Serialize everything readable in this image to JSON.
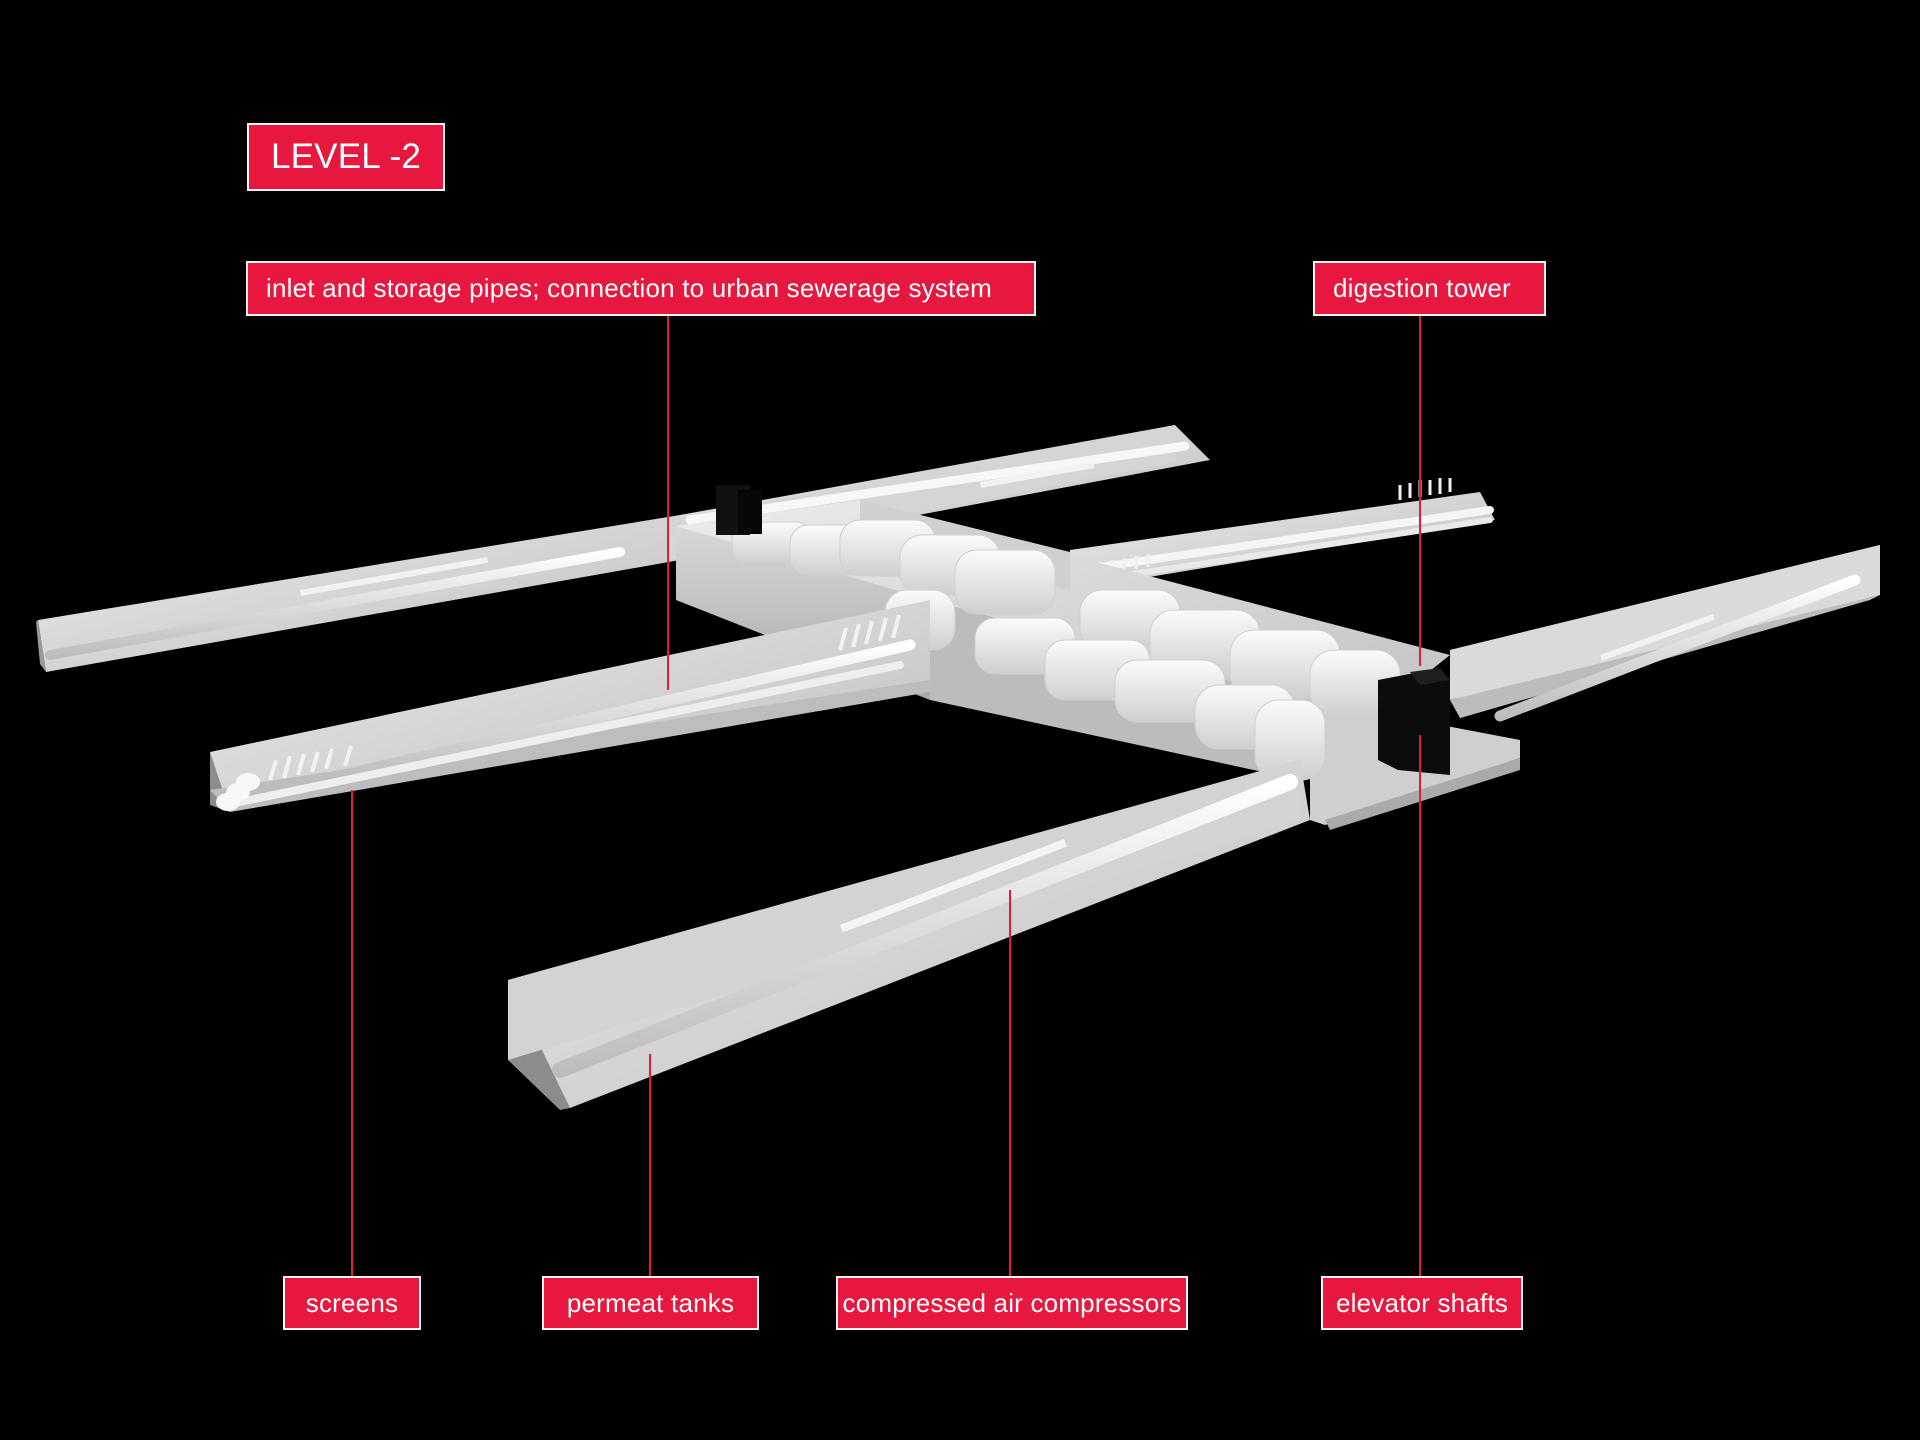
{
  "level_label": "LEVEL -2",
  "labels": {
    "inlet_pipes": "inlet and storage pipes; connection to urban sewerage system",
    "digestion_tower": "digestion tower",
    "screens": "screens",
    "permeat_tanks": "permeat tanks",
    "compressors": "compressed air compressors",
    "elevator_shafts": "elevator shafts"
  },
  "colors": {
    "background": "#000000",
    "label_fill": "#e8173f",
    "label_border": "#f4f4f4",
    "leader_line": "#e8173f",
    "model": "#e6e6e6"
  }
}
